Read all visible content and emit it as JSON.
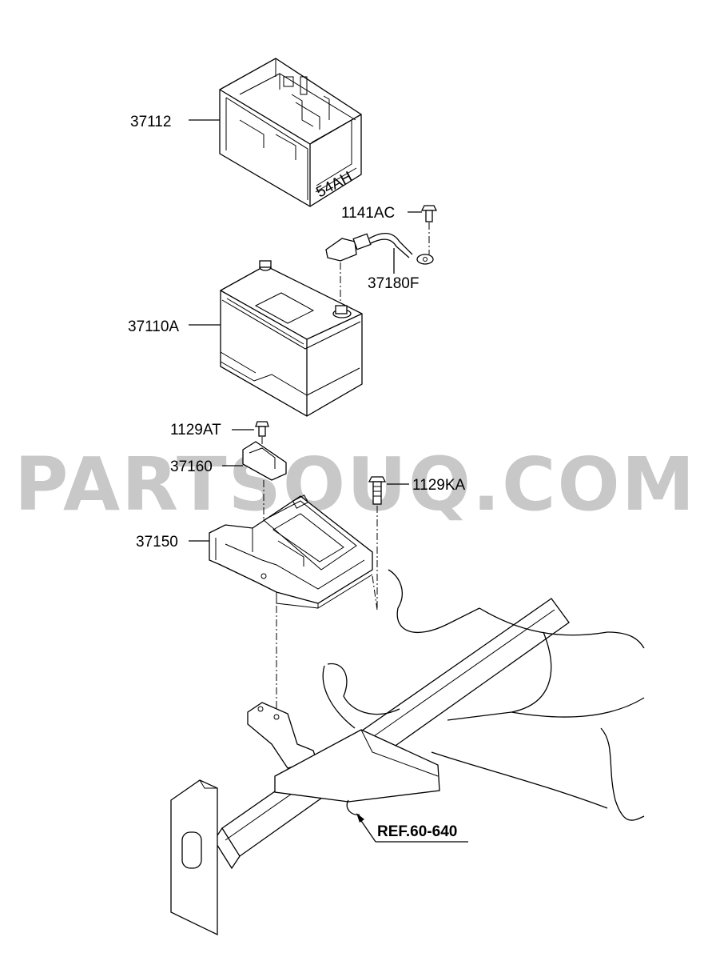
{
  "diagram": {
    "labels": {
      "tray_cover": "37112",
      "bolt_top": "1141AC",
      "cable": "37180F",
      "battery": "37110A",
      "bolt_clamp": "1129AT",
      "clamp": "37160",
      "bolt_tray": "1129KA",
      "tray": "37150",
      "reference": "REF.60-640"
    },
    "battery_marking": "54AH",
    "watermark": "PARTSOUQ.COM"
  }
}
